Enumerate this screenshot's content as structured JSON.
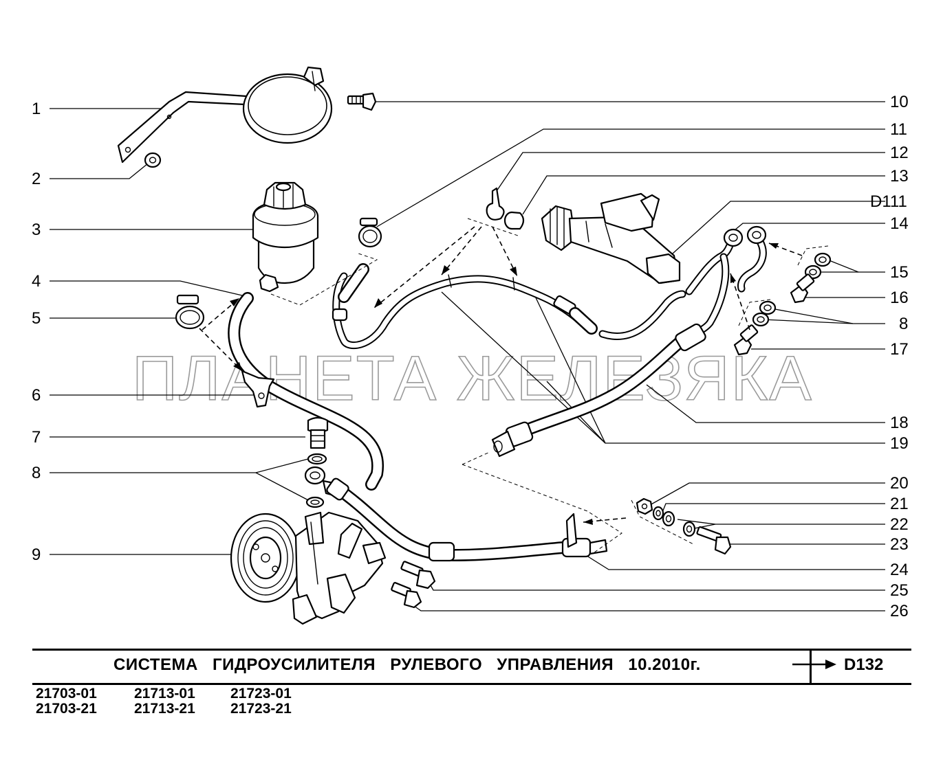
{
  "document": {
    "title": "СИСТЕМА   ГИДРОУСИЛИТЕЛЯ   РУЛЕВОГО   УПРАВЛЕНИЯ   10.2010г.",
    "page_code": "D132",
    "watermark": "ПЛАНЕТА ЖЕЛЕЗЯКА",
    "models": [
      [
        "21703-01",
        "21713-01",
        "21723-01"
      ],
      [
        "21703-21",
        "21713-21",
        "21723-21"
      ]
    ]
  },
  "callouts_left": [
    "1",
    "2",
    "3",
    "4",
    "5",
    "6",
    "7",
    "8",
    "9"
  ],
  "callouts_right": [
    "10",
    "11",
    "12",
    "13",
    "D111",
    "14",
    "15",
    "16",
    "8",
    "17",
    "18",
    "19",
    "20",
    "21",
    "22",
    "23",
    "24",
    "25",
    "26"
  ]
}
